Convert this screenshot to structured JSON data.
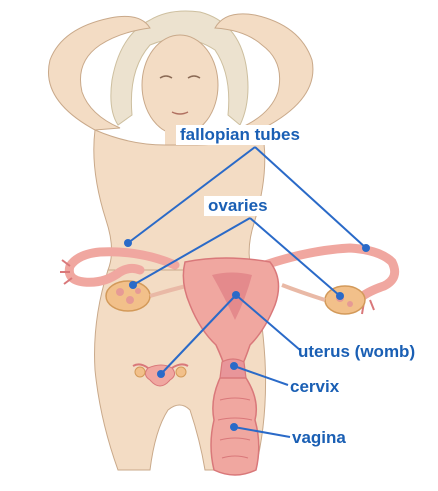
{
  "labels": {
    "fallopian_tubes": "fallopian tubes",
    "ovaries": "ovaries",
    "uterus": "uterus (womb)",
    "cervix": "cervix",
    "vagina": "vagina"
  },
  "colors": {
    "label_text": "#1a5fb4",
    "leader_line": "#2a6ac8",
    "skin": "#f3dcc4",
    "skin_outline": "#c9a98a",
    "hair": "#ece2cf",
    "organ": "#f0a7a0",
    "organ_dark": "#d9787a",
    "ovary": "#f2c08a"
  }
}
